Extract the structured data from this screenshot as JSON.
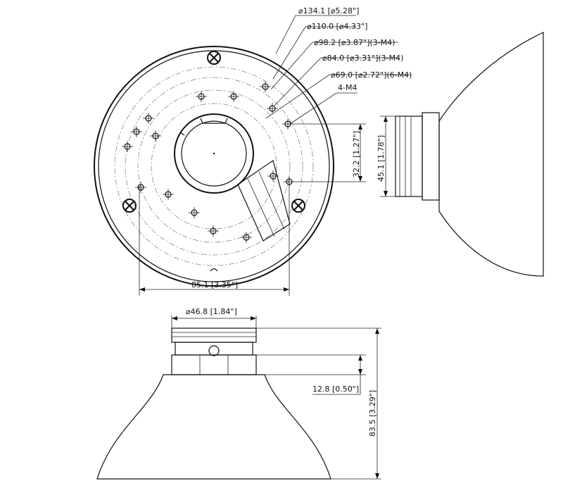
{
  "top_view": {
    "callouts": [
      "⌀134.1 [⌀5.28\"]",
      "⌀110.0 [⌀4.33\"]",
      "⌀98.2 [⌀3.87\"](3-M4)",
      "⌀84.0 [⌀3.31\"](3-M4)",
      "⌀69.0 [⌀2.72\"](6-M4)",
      "4-M4"
    ],
    "bottom_width": "85.1 [3.35\"]",
    "hole_spacing": "32.2 [1.27\"]"
  },
  "side_view": {
    "height": "45.1 [1.78\"]"
  },
  "front_view": {
    "top_diameter": "⌀46.8 [1.84\"]",
    "neck_height": "12.8 [0.50\"]",
    "total_height": "83.5 [3.29\"]"
  },
  "colors": {
    "line": "#111111",
    "centerline": "#888888",
    "background": "#ffffff"
  }
}
